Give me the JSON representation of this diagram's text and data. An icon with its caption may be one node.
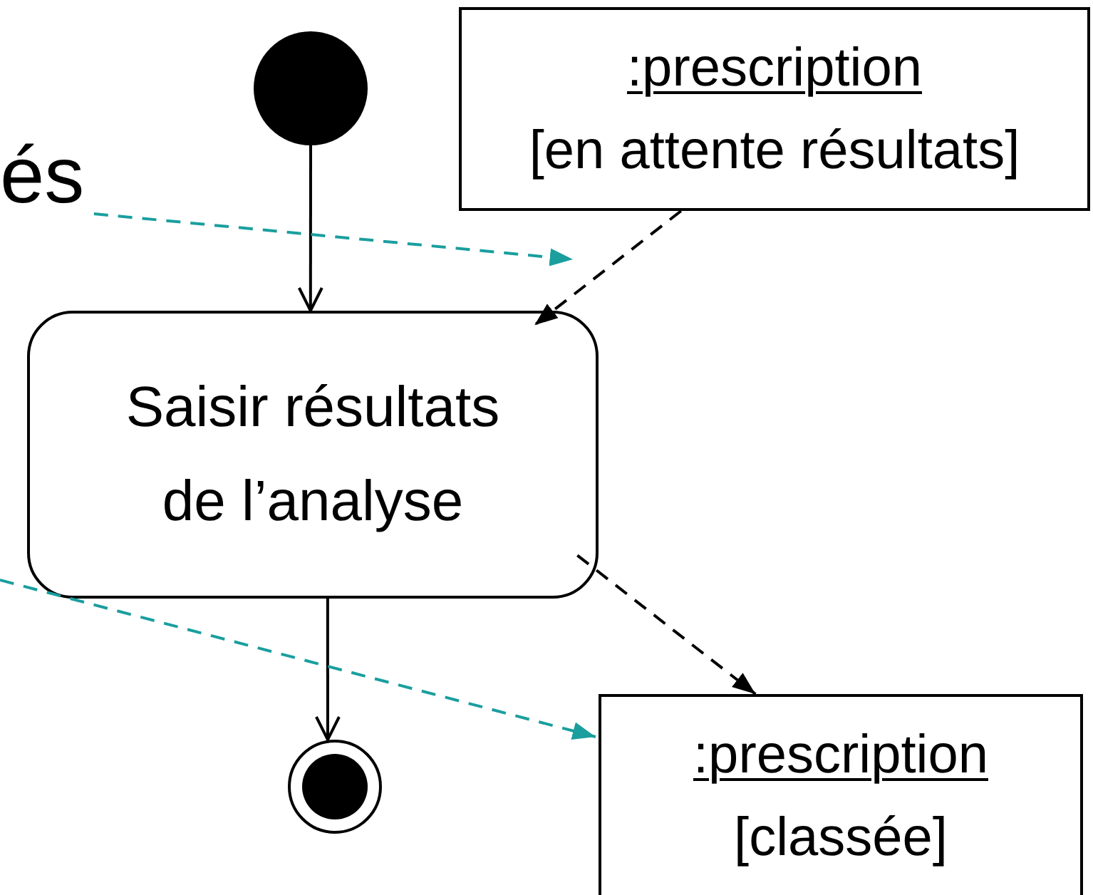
{
  "diagram": {
    "nodes": [
      {
        "text": [
          "és"
        ]
      },
      {
        "text": [
          ":prescription",
          "[en attente résultats]"
        ]
      },
      {
        "text": [],
        "shape": "circle"
      },
      {
        "text": [
          "Saisir résultats de l’analyse"
        ]
      },
      {
        "text": [],
        "shape": "circle"
      },
      {
        "text": [
          ":prescription",
          "[classée]"
        ]
      }
    ],
    "edges": [
      {
        "from": 2,
        "to": 3,
        "arrow": "to"
      },
      {
        "from": 1,
        "to": 3,
        "arrow": "to",
        "style": "dashed"
      },
      {
        "from": 3,
        "to": 4,
        "arrow": "to"
      },
      {
        "from": 3,
        "to": 5,
        "arrow": "to",
        "style": "dashed"
      },
      {
        "from": 0,
        "to": null,
        "arrow": "to",
        "style": "dashed",
        "color": "#1a9e9e"
      },
      {
        "from": null,
        "to": 5,
        "arrow": "to",
        "style": "dashed",
        "color": "#1a9e9e"
      }
    ]
  }
}
